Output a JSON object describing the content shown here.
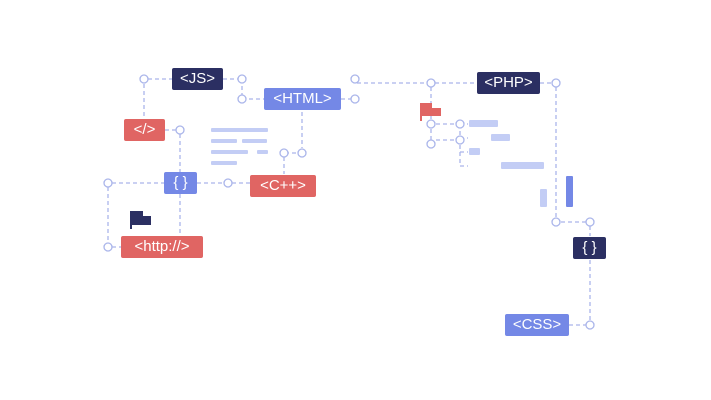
{
  "tags": {
    "js": "<JS>",
    "html": "<HTML>",
    "php": "<PHP>",
    "close": "</>",
    "braces_left": "{ }",
    "cpp": "<C++>",
    "http": "<http://>",
    "braces_right": "{ }",
    "css": "<CSS>"
  },
  "colors": {
    "navy": "#2b2f62",
    "blue": "#7488e6",
    "red": "#e06563",
    "connector": "#aab5ea",
    "bar_light": "#c3cdf5"
  },
  "icons": {
    "flag_dark": "flag-icon",
    "flag_red": "flag-icon"
  }
}
